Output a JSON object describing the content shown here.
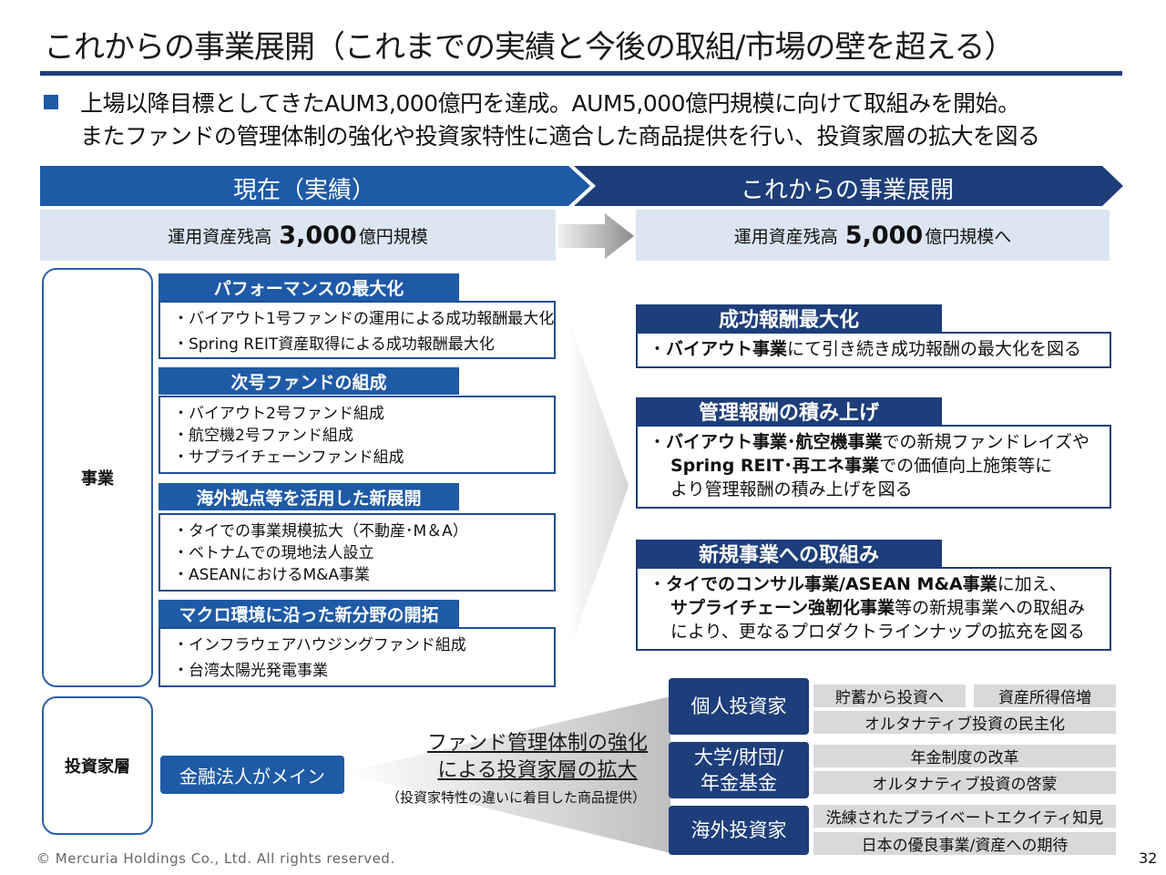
{
  "title": "これからの事業展開（これまでの実績と今後の取組/市場の壁を超える）",
  "lead": {
    "line1": "上場以降目標としてきたAUM3,000億円を達成。AUM5,000億円規模に向けて取組みを開始。",
    "line2": "またファンドの管理体制の強化や投資家特性に適合した商品提供を行い、投資家層の拡大を図る"
  },
  "banners": {
    "current": "現在（実績）",
    "future": "これからの事業展開"
  },
  "aum": {
    "current": {
      "prefix": "運用資産残高",
      "value": "3,000",
      "suffix": "億円規模"
    },
    "future": {
      "prefix": "運用資産残高",
      "value": "5,000",
      "suffix": "億円規模へ"
    }
  },
  "side_labels": {
    "business": "事業",
    "investors": "投資家層"
  },
  "current_sections": [
    {
      "title": "パフォーマンスの最大化",
      "items": [
        "バイアウト1号ファンドの運用による成功報酬最大化",
        "Spring REIT資産取得による成功報酬最大化"
      ]
    },
    {
      "title": "次号ファンドの組成",
      "items": [
        "バイアウト2号ファンド組成",
        "航空機2号ファンド組成",
        "サプライチェーンファンド組成"
      ]
    },
    {
      "title": "海外拠点等を活用した新展開",
      "items": [
        "タイでの事業規模拡大（不動産･M＆A）",
        "ベトナムでの現地法人設立",
        "ASEANにおけるM&A事業"
      ]
    },
    {
      "title": "マクロ環境に沿った新分野の開拓",
      "items": [
        "インフラウェアハウジングファンド組成",
        "台湾太陽光発電事業"
      ]
    }
  ],
  "future_sections": [
    {
      "title": "成功報酬最大化",
      "lines": [
        [
          {
            "t": "バイアウト事業",
            "b": true
          },
          {
            "t": "にて引き続き成功報酬の最大化を図る",
            "b": false
          }
        ]
      ]
    },
    {
      "title": "管理報酬の積み上げ",
      "lines": [
        [
          {
            "t": "バイアウト事業･航空機事業",
            "b": true
          },
          {
            "t": "での新規ファンドレイズや",
            "b": false
          }
        ],
        [
          {
            "t": "Spring REIT･再エネ事業",
            "b": true
          },
          {
            "t": "での価値向上施策等に",
            "b": false
          }
        ],
        [
          {
            "t": "より管理報酬の積み上げを図る",
            "b": false
          }
        ]
      ]
    },
    {
      "title": "新規事業への取組み",
      "lines": [
        [
          {
            "t": "タイでのコンサル事業/ASEAN M&A事業",
            "b": true
          },
          {
            "t": "に加え、",
            "b": false
          }
        ],
        [
          {
            "t": "サプライチェーン強靭化事業",
            "b": true
          },
          {
            "t": "等の新規事業への取組み",
            "b": false
          }
        ],
        [
          {
            "t": "により、更なるプロダクトラインナップの拡充を図る",
            "b": false
          }
        ]
      ]
    }
  ],
  "investor_current": "金融法人がメイン",
  "investor_middle": {
    "line1": "ファンド管理体制の強化",
    "line2": "による投資家層の拡大",
    "sub": "（投資家特性の違いに着目した商品提供）"
  },
  "investor_groups": [
    {
      "label": "個人投資家",
      "tags": [
        "貯蓄から投資へ",
        "資産所得倍増",
        "オルタナティブ投資の民主化"
      ]
    },
    {
      "label": "大学/財団/\n年金基金",
      "tags": [
        "年金制度の改革",
        "オルタナティブ投資の啓蒙"
      ]
    },
    {
      "label": "海外投資家",
      "tags": [
        "洗練されたプライベートエクイティ知見",
        "日本の優良事業/資産への期待"
      ]
    }
  ],
  "footer": "© Mercuria Holdings Co., Ltd. All rights reserved.",
  "page_number": "32",
  "colors": {
    "navy": "#1d3e7a",
    "blue": "#1e5aa6",
    "light_blue": "#dce6f2",
    "grey": "#d9d9d9"
  }
}
